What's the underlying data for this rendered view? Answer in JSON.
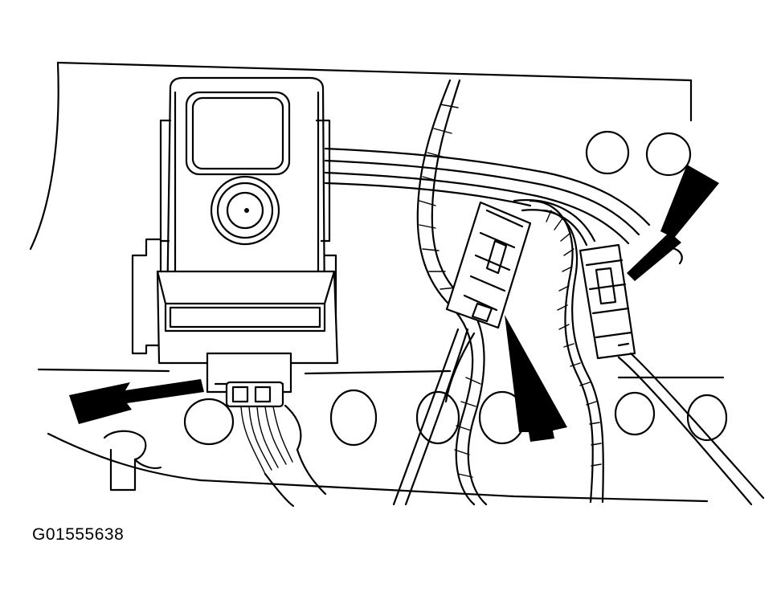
{
  "figure": {
    "id_label": "G01555638"
  },
  "callouts": [
    {
      "name": "sensor-connector-arrow",
      "points_to": "module-connector"
    },
    {
      "name": "center-connector-arrow",
      "points_to": "center-harness-connector"
    },
    {
      "name": "right-connector-arrow",
      "points_to": "right-harness-connector"
    }
  ],
  "colors": {
    "ink": "#000000",
    "paper": "#ffffff"
  }
}
